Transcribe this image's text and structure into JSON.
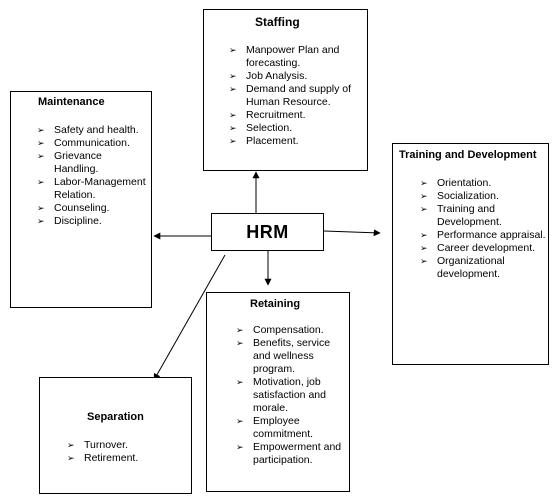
{
  "center": {
    "label": "HRM"
  },
  "bullet": "➢",
  "staffing": {
    "title": "Staffing",
    "items": [
      "Manpower Plan and forecasting.",
      "Job Analysis.",
      "Demand and supply of Human Resource.",
      "Recruitment.",
      "Selection.",
      "Placement."
    ]
  },
  "maintenance": {
    "title": "Maintenance",
    "items": [
      "Safety and health.",
      "Communication.",
      "Grievance Handling.",
      "Labor-Management Relation.",
      "Counseling.",
      "Discipline."
    ]
  },
  "training": {
    "title": "Training and Development",
    "items": [
      "Orientation.",
      "Socialization.",
      "Training and Development.",
      "Performance appraisal.",
      "Career development.",
      "Organizational development."
    ]
  },
  "retaining": {
    "title": "Retaining",
    "items": [
      "Compensation.",
      "Benefits, service and wellness program.",
      "Motivation, job satisfaction and morale.",
      "Employee commitment.",
      "Empowerment and participation."
    ]
  },
  "separation": {
    "title": "Separation",
    "items": [
      "Turnover.",
      "Retirement."
    ]
  }
}
